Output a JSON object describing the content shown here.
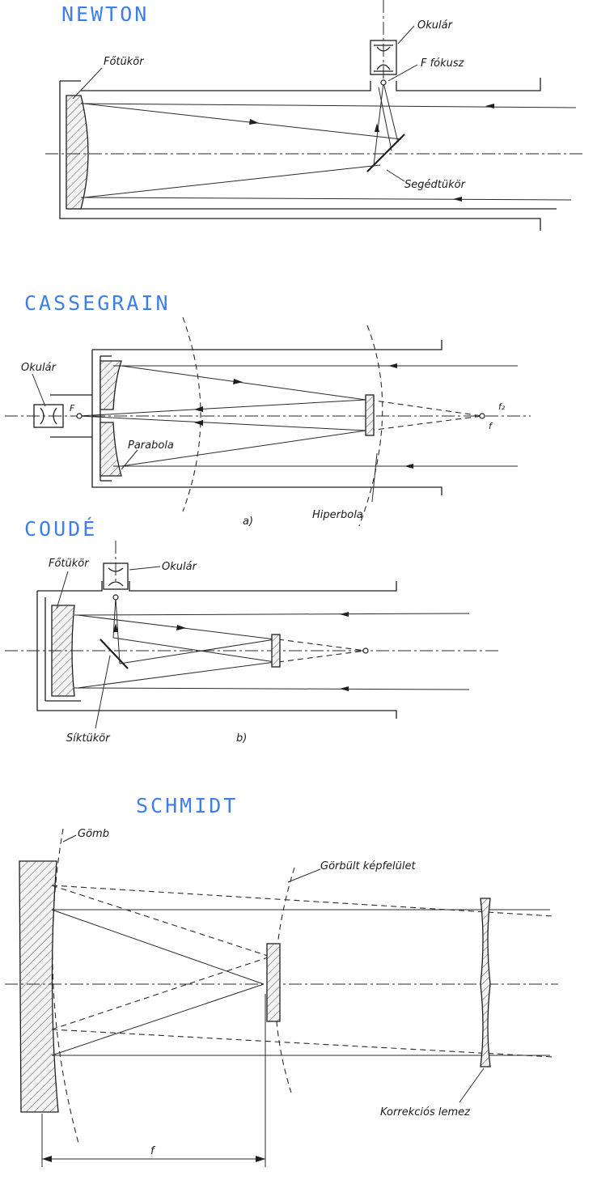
{
  "titles": {
    "newton": "NEWTON",
    "cassegrain": "CASSEGRAIN",
    "coude": "COUDÉ",
    "schmidt": "SCHMIDT"
  },
  "newton": {
    "primary_mirror": "Főtükör",
    "eyepiece": "Okulár",
    "focus": "F fókusz",
    "secondary_mirror": "Segédtükör"
  },
  "cassegrain": {
    "eyepiece": "Okulár",
    "focus_F": "F",
    "parabola": "Parabola",
    "hyperbola": "Hiperbola",
    "f2": "f₂",
    "f": "f",
    "subfigure": "a)"
  },
  "coude": {
    "primary_mirror": "Főtükör",
    "eyepiece": "Okulár",
    "flat_mirror": "Síktükör",
    "subfigure": "b)"
  },
  "schmidt": {
    "sphere": "Gömb",
    "curved_surface": "Görbült képfelület",
    "corrector": "Korrekciós lemez",
    "focal_length": "f"
  },
  "colors": {
    "title": "#3d7ee8",
    "ink": "#1e1e1e",
    "background": "#ffffff"
  }
}
